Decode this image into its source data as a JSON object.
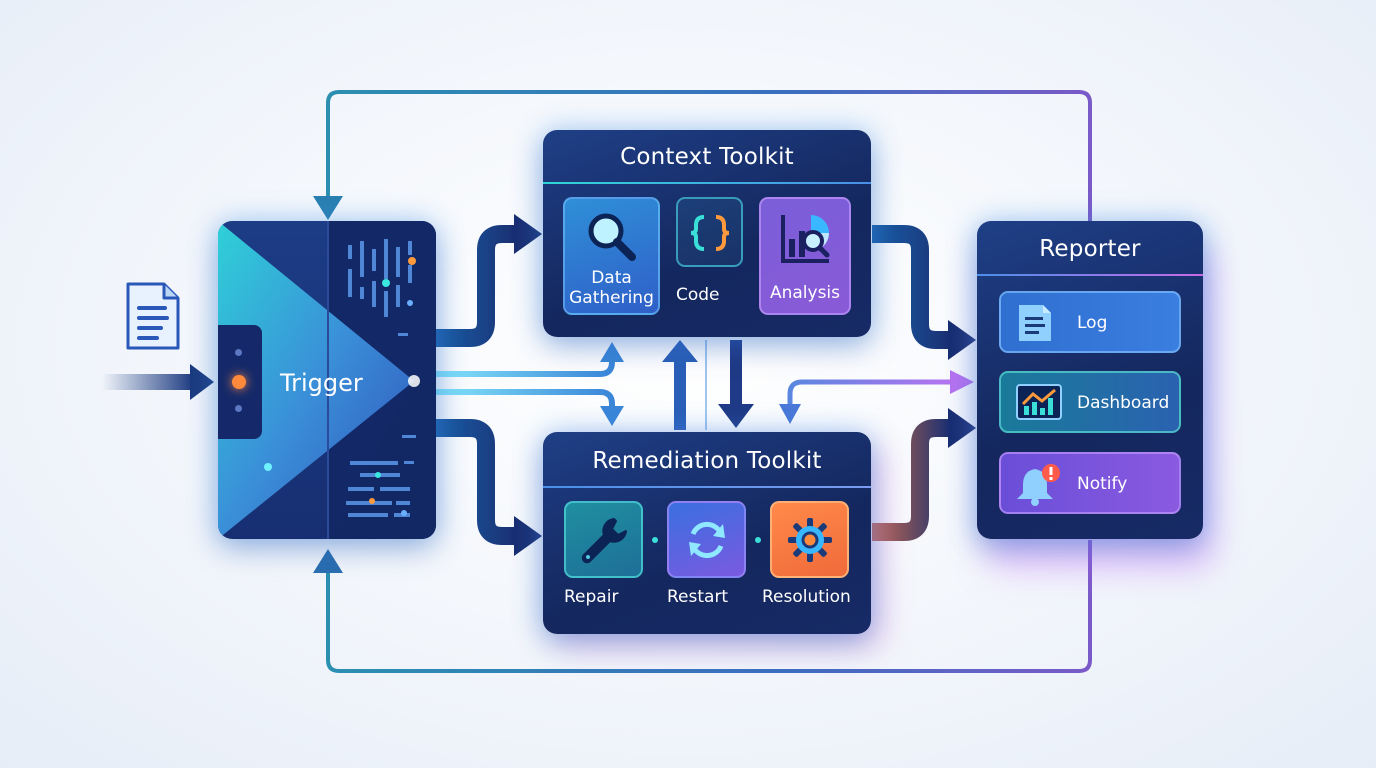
{
  "trigger": {
    "label": "Trigger"
  },
  "context_toolkit": {
    "title": "Context Toolkit",
    "tools": [
      {
        "label_lines": [
          "Data",
          "Gathering"
        ],
        "icon": "magnifier-icon"
      },
      {
        "label_lines": [
          "Code"
        ],
        "icon": "curly-braces-icon"
      },
      {
        "label_lines": [
          "Analysis"
        ],
        "icon": "chart-magnifier-icon"
      }
    ]
  },
  "remediation_toolkit": {
    "title": "Remediation Toolkit",
    "tools": [
      {
        "label": "Repair",
        "icon": "wrench-icon"
      },
      {
        "label": "Restart",
        "icon": "refresh-icon"
      },
      {
        "label": "Resolution",
        "icon": "gear-icon"
      }
    ]
  },
  "reporter": {
    "title": "Reporter",
    "outputs": [
      {
        "label": "Log",
        "icon": "log-document-icon"
      },
      {
        "label": "Dashboard",
        "icon": "dashboard-chart-icon"
      },
      {
        "label": "Notify",
        "icon": "bell-alert-icon"
      }
    ]
  },
  "input": {
    "icon": "document-icon"
  },
  "colors": {
    "panel": "#172f72",
    "cyan": "#2fd6d6",
    "blue": "#2f6fd8",
    "purple": "#8a5de0",
    "orange": "#ff8a3c"
  }
}
